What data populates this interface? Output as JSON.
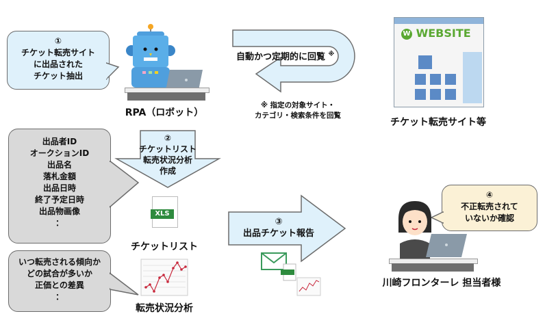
{
  "step1": {
    "number": "①",
    "lines": [
      "チケット転売サイト",
      "に出品された",
      "チケット抽出"
    ]
  },
  "rpa": {
    "label": "RPA（ロボット）"
  },
  "loop_arrow": {
    "text": "自動かつ定期的に回覧",
    "mark": "※"
  },
  "note": {
    "lines": [
      "※ 指定の対象サイト・",
      "カテゴリ・検索条件を回覧"
    ]
  },
  "website": {
    "logo_letter": "W",
    "logo_text": "WEBSITE",
    "label": "チケット転売サイト等"
  },
  "fields_bubble": {
    "lines": [
      "出品者ID",
      "オークションID",
      "出品名",
      "落札金額",
      "出品日時",
      "終了予定日時",
      "出品物画像",
      "："
    ]
  },
  "step2": {
    "number": "②",
    "lines": [
      "チケットリスト",
      "転売状況分析",
      "作成"
    ]
  },
  "xls_icon": {
    "text": "XLS"
  },
  "ticket_list": {
    "label": "チケットリスト"
  },
  "analysis_bubble": {
    "lines": [
      "いつ転売される傾向か",
      "どの試合が多いか",
      "正価との差異",
      "："
    ]
  },
  "analysis": {
    "label": "転売状況分析"
  },
  "step3": {
    "number": "③",
    "text": "出品チケット報告"
  },
  "step4": {
    "number": "④",
    "lines": [
      "不正転売されて",
      "いないか確認"
    ]
  },
  "staff": {
    "label": "川崎フロンターレ 担当者様"
  },
  "colors": {
    "arrow_fill": "#dff1fb",
    "bubble_gray": "#d9d9d9",
    "bubble_cream": "#fbf1d6",
    "xls_green": "#2e8b3e",
    "website_green": "#5aa832",
    "chart_red": "#c8283c"
  }
}
